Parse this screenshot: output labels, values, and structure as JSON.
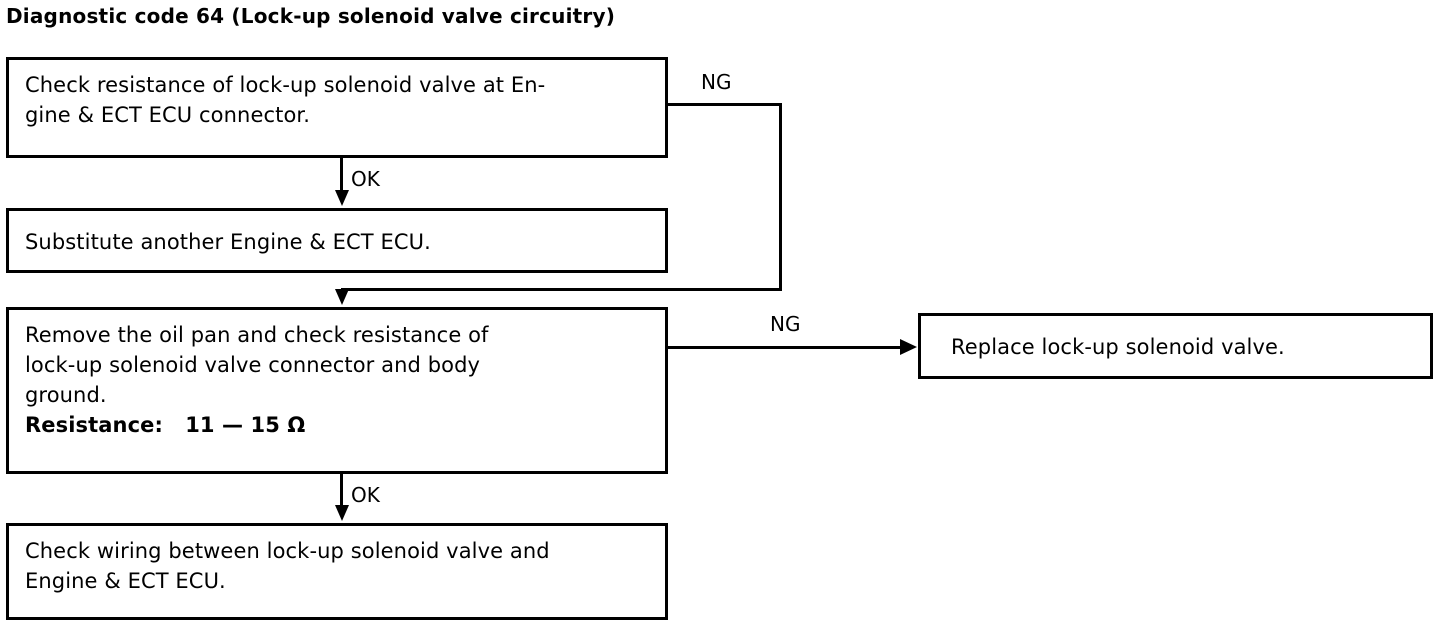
{
  "diagram": {
    "title": "Diagnostic code 64 (Lock-up solenoid valve circuitry)",
    "type": "flowchart",
    "nodes": [
      {
        "id": "check-resistance-ecu-connector",
        "lines": [
          "Check resistance of lock-up solenoid valve at En-",
          "gine & ECT ECU connector."
        ]
      },
      {
        "id": "substitute-ecu",
        "lines": [
          "Substitute another Engine & ECT ECU."
        ]
      },
      {
        "id": "remove-oil-pan-check-resistance",
        "lines": [
          "Remove the oil pan and check resistance of",
          "lock-up solenoid valve connector and body",
          "ground.",
          "Resistance:   11 — 15 Ω"
        ]
      },
      {
        "id": "check-wiring",
        "lines": [
          "Check wiring between lock-up solenoid valve and",
          "Engine & ECT ECU."
        ]
      },
      {
        "id": "replace-solenoid-valve",
        "lines": [
          "Replace lock-up solenoid valve."
        ]
      }
    ],
    "edge_labels": {
      "ng_top": "NG",
      "ok_top": "OK",
      "ng_middle": "NG",
      "ok_bottom": "OK"
    }
  }
}
